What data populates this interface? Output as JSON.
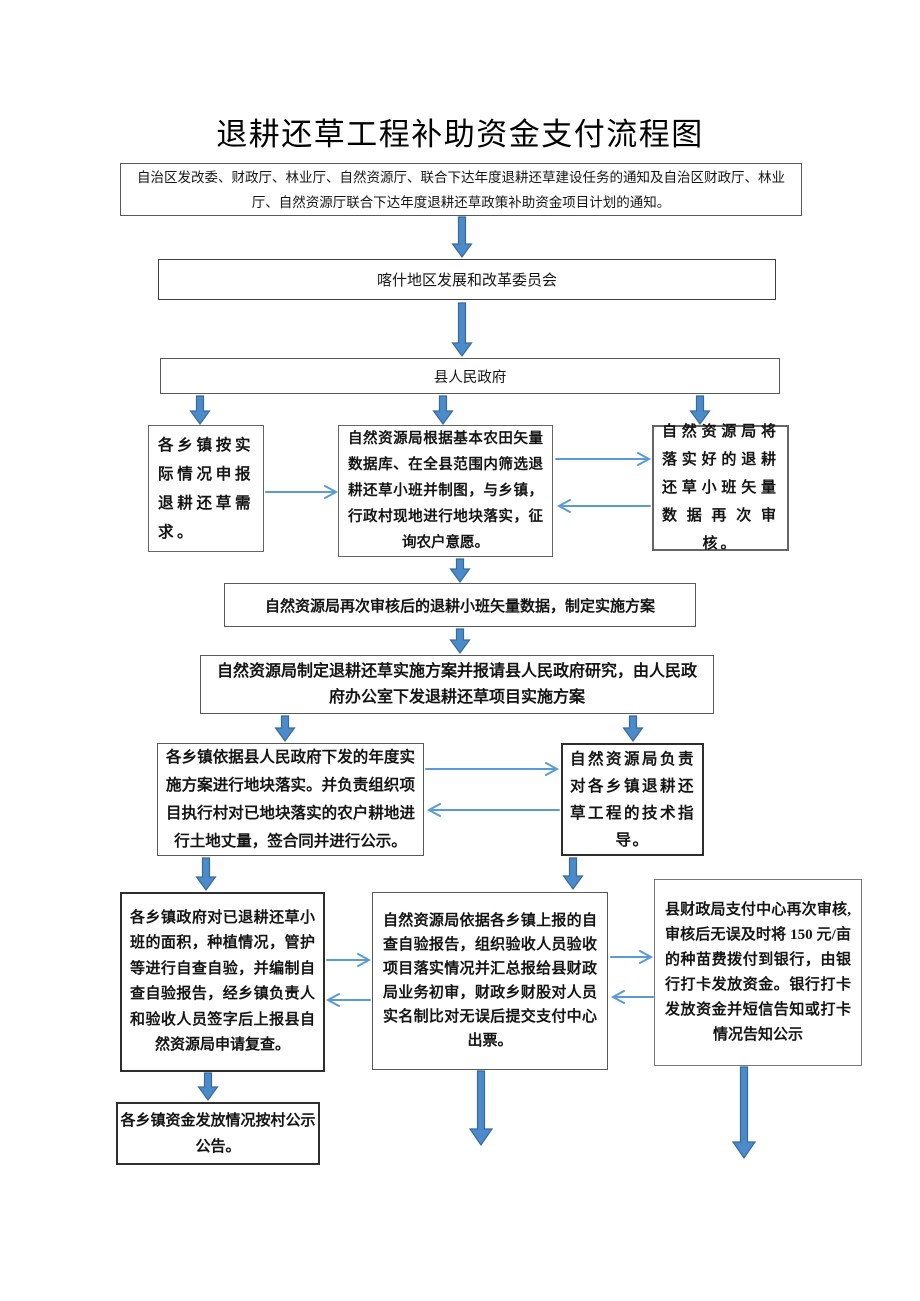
{
  "title": "退耕还草工程补助资金支付流程图",
  "nodes": {
    "notice": "自治区发改委、财政厅、林业厅、自然资源厅、联合下达年度退耕还草建设任务的通知及自治区财政厅、林业厅、自然资源厅联合下达年度退耕还草政策补助资金项目计划的通知。",
    "prefecture_drc": "喀什地区发展和改革委员会",
    "county_government": "县人民政府",
    "township_apply": "各乡镇按实际情况申报退耕还草需求。",
    "nrb_screening": "自然资源局根据基本农田矢量数据库、在全县范围内筛选退耕还草小班并制图，与乡镇，行政村现地进行地块落实，征询农户意愿。",
    "nrb_recheck": "自然资源局将落实好的退耕还草小班矢量数据再次审核。",
    "nrb_plan": "自然资源局再次审核后的退耕小班矢量数据，制定实施方案",
    "nrb_report_plan": "自然资源局制定退耕还草实施方案并报请县人民政府研究，由人民政府办公室下发退耕还草项目实施方案",
    "township_implement": "各乡镇依据县人民政府下发的年度实施方案进行地块落实。并负责组织项目执行村对已地块落实的农户耕地进行土地丈量，签合同并进行公示。",
    "nrb_guidance": "自然资源局负责对各乡镇退耕还草工程的技术指导。",
    "township_selfcheck": "各乡镇政府对已退耕还草小班的面积，种植情况，管护等进行自查自验，并编制自查自验报告，经乡镇负责人和验收人员签字后上报县自然资源局申请复查。",
    "nrb_acceptance": "自然资源局依据各乡镇上报的自查自验报告，组织验收人员验收项目落实情况并汇总报给县财政局业务初审，财政乡财股对人员实名制比对无误后提交支付中心出票。",
    "finance_payment": "县财政局支付中心再次审核,审核后无误及时将 150 元/亩的种苗费拨付到银行，由银行打卡发放资金。银行打卡发放资金并短信告知或打卡情况告知公示",
    "village_announcement": "各乡镇资金发放情况按村公示公告。"
  },
  "colors": {
    "thick_arrow_fill": "#4b8bc9",
    "thick_arrow_stroke": "#38699e",
    "thin_arrow": "#5b9bd5",
    "box_border": "#595959",
    "text": "#141414"
  }
}
